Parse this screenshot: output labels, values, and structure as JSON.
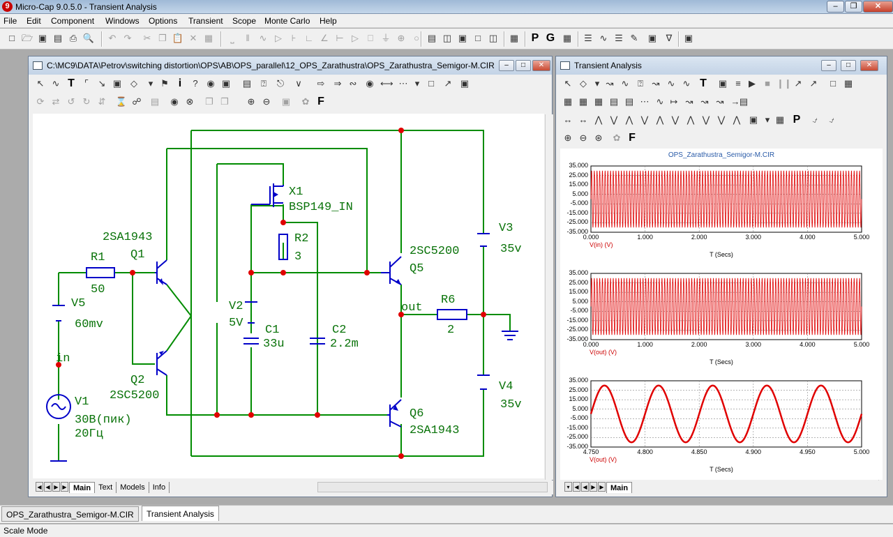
{
  "app": {
    "title": "Micro-Cap 9.0.5.0 - Transient Analysis",
    "logo_glyph": "9",
    "status": "Scale Mode"
  },
  "menu": [
    "File",
    "Edit",
    "Component",
    "Windows",
    "Options",
    "Transient",
    "Scope",
    "Monte Carlo",
    "Help"
  ],
  "toolbar_text": {
    "p_button": "P",
    "g_button": "G",
    "f_button": "F"
  },
  "schematic": {
    "title": "C:\\MC9\\DATA\\Petrov\\switching distortion\\OPS\\AB\\OPS_parallel\\12_OPS_Zarathustra\\OPS_Zarathustra_Semigor-M.CIR",
    "tabs": [
      "Main",
      "Text",
      "Models",
      "Info"
    ],
    "active_tab": "Main",
    "labels": {
      "x1": "X1",
      "x1_model": "BSP149_IN",
      "r2": "R2",
      "r2_val": "3",
      "q1_model": "2SA1943",
      "q1": "Q1",
      "r1": "R1",
      "r1_val": "50",
      "v5": "V5",
      "v5_val": "60mv",
      "in_node": "in",
      "v1": "V1",
      "v1_val": "30В(пик)",
      "v1_freq": "20Гц",
      "q2": "Q2",
      "q2_model": "2SC5200",
      "v2": "V2",
      "v2_val": "5V",
      "c1": "C1",
      "c1_val": "33u",
      "c2": "C2",
      "c2_val": "2.2m",
      "q5_model": "2SC5200",
      "q5": "Q5",
      "out_node": "out",
      "r6": "R6",
      "r6_val": "2",
      "v3": "V3",
      "v3_val": "35v",
      "v4": "V4",
      "v4_val": "35v",
      "q6": "Q6",
      "q6_model": "2SA1943"
    },
    "colors": {
      "wire": "#008c00",
      "component": "#0000c8",
      "label": "#0a730a",
      "node": "#e00000"
    }
  },
  "analysis": {
    "title": "Transient Analysis",
    "zoom_f": "F",
    "tab": "Main",
    "plot_title": "OPS_Zarathustra_Semigor-M.CIR",
    "x_axis_label": "T (Secs)"
  },
  "chart_data": [
    {
      "type": "line",
      "title": "OPS_Zarathustra_Semigor-M.CIR",
      "trace": "V(in) (V)",
      "xlabel": "T (Secs)",
      "x_ticks": [
        "0.000",
        "1.000",
        "2.000",
        "3.000",
        "4.000",
        "5.000"
      ],
      "y_ticks": [
        "35.000",
        "25.000",
        "15.000",
        "5.000",
        "-5.000",
        "-15.000",
        "-25.000",
        "-35.000"
      ],
      "xlim": [
        0,
        5
      ],
      "ylim": [
        -35,
        35
      ],
      "amplitude": 30,
      "frequency_hz": 20,
      "grid": true,
      "color": "#e00000"
    },
    {
      "type": "line",
      "trace": "V(out) (V)",
      "xlabel": "T (Secs)",
      "x_ticks": [
        "0.000",
        "1.000",
        "2.000",
        "3.000",
        "4.000",
        "5.000"
      ],
      "y_ticks": [
        "35.000",
        "25.000",
        "15.000",
        "5.000",
        "-5.000",
        "-15.000",
        "-25.000",
        "-35.000"
      ],
      "xlim": [
        0,
        5
      ],
      "ylim": [
        -35,
        35
      ],
      "amplitude": 30,
      "frequency_hz": 20,
      "grid": true,
      "color": "#e00000"
    },
    {
      "type": "line",
      "trace": "V(out) (V)",
      "xlabel": "T (Secs)",
      "x_ticks": [
        "4.750",
        "4.800",
        "4.850",
        "4.900",
        "4.950",
        "5.000"
      ],
      "y_ticks": [
        "35.000",
        "25.000",
        "15.000",
        "5.000",
        "-5.000",
        "-15.000",
        "-25.000",
        "-35.000"
      ],
      "xlim": [
        4.75,
        5
      ],
      "ylim": [
        -35,
        35
      ],
      "amplitude": 30,
      "frequency_hz": 20,
      "grid": true,
      "color": "#e00000"
    }
  ],
  "documents": [
    "OPS_Zarathustra_Semigor-M.CIR",
    "Transient Analysis"
  ],
  "active_document": "Transient Analysis"
}
